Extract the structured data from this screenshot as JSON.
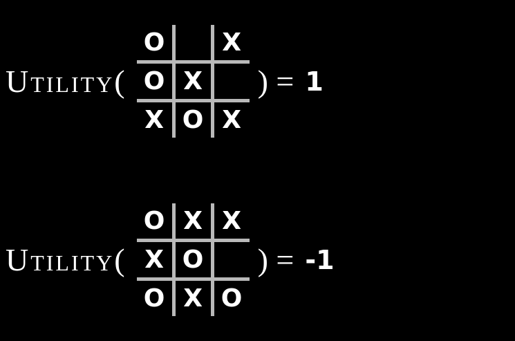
{
  "colors": {
    "background": "#000000",
    "text": "#ffffff",
    "grid_line": "#b9b9b9"
  },
  "equations": [
    {
      "label": "Utility(",
      "close": ") =",
      "value": "1",
      "board": [
        [
          "O",
          "",
          "X"
        ],
        [
          "O",
          "X",
          ""
        ],
        [
          "X",
          "O",
          "X"
        ]
      ]
    },
    {
      "label": "Utility(",
      "close": ") =",
      "value": "-1",
      "board": [
        [
          "O",
          "X",
          "X"
        ],
        [
          "X",
          "O",
          ""
        ],
        [
          "O",
          "X",
          "O"
        ]
      ]
    }
  ]
}
